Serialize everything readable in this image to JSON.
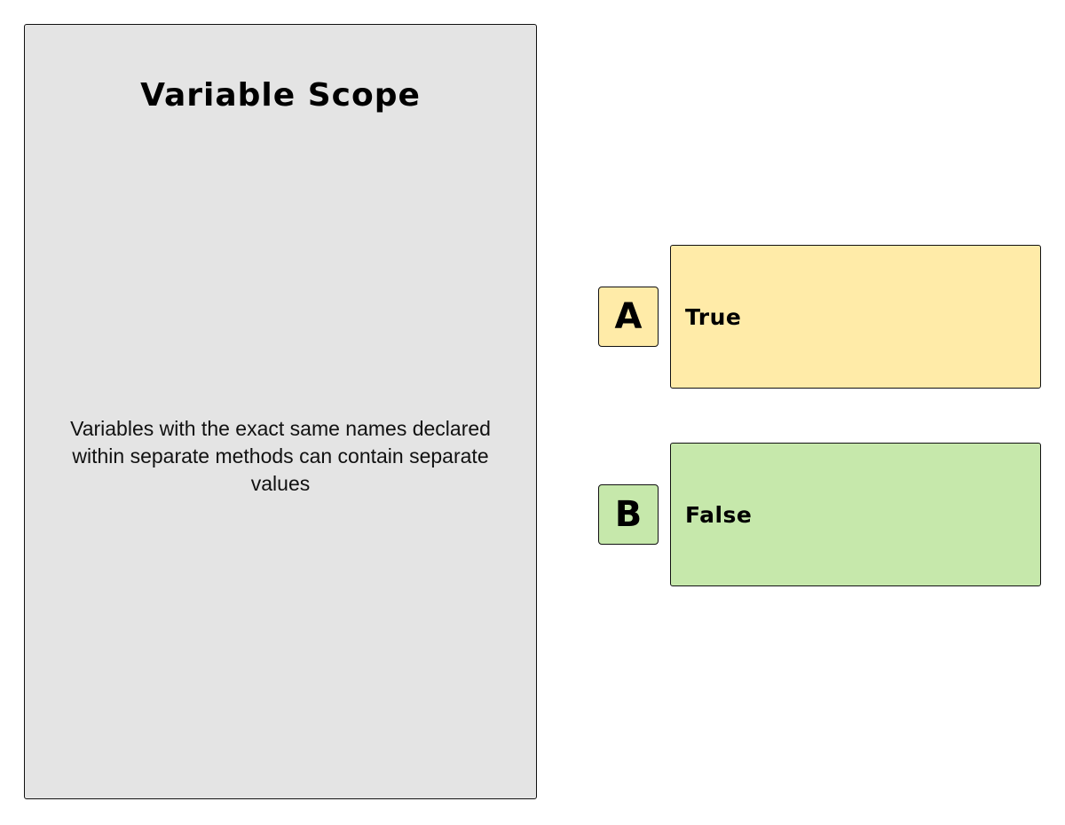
{
  "question": {
    "title": "Variable Scope",
    "text": "Variables with the exact same names declared within separate methods can contain separate values"
  },
  "options": [
    {
      "letter": "A",
      "label": "True",
      "color": "#ffeba8"
    },
    {
      "letter": "B",
      "label": "False",
      "color": "#c6e8ab"
    }
  ]
}
